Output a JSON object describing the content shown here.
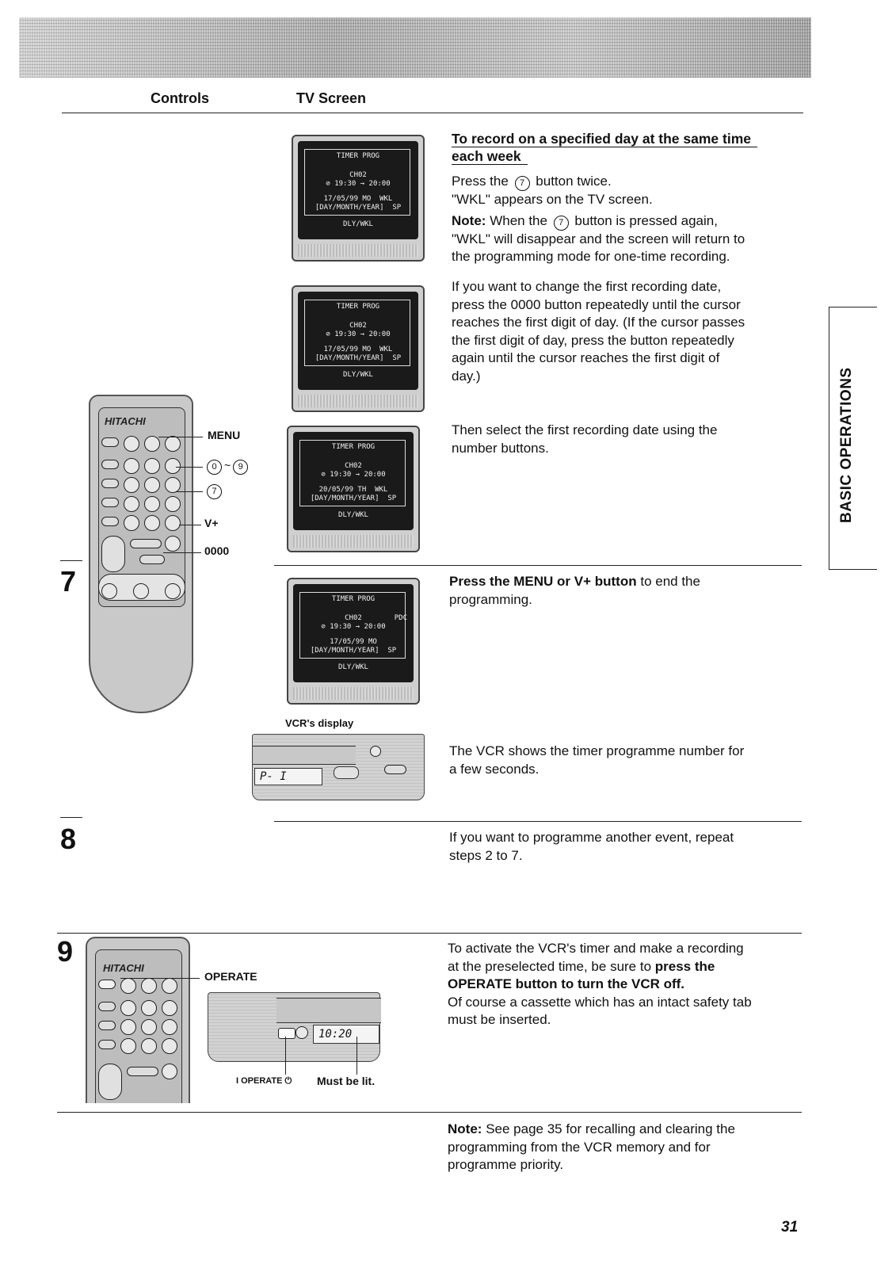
{
  "header": {
    "controls": "Controls",
    "tv_screen": "TV Screen"
  },
  "side_tab": "BASIC OPERATIONS",
  "page_number": "31",
  "section_weekly": {
    "title_line1": "To record on a specified day at the same time",
    "title_line2": "each week",
    "press_pre": "Press the",
    "press_btn": "7",
    "press_post": "button twice.",
    "wkl_appears": "\"WKL\" appears on the TV screen.",
    "note_label": "Note:",
    "note_pre": "When the",
    "note_btn": "7",
    "note_post": "button is pressed again,",
    "note_line2": "\"WKL\" will disappear and the screen will return to",
    "note_line3": "the programming mode for one-time recording."
  },
  "section_change_date": {
    "lines": [
      "If you want to change the first recording date,",
      "press the 0000 button repeatedly until the cursor",
      "reaches the first digit of day. (If the cursor passes",
      "the first digit of day, press the button repeatedly",
      "again until the cursor reaches the first digit of",
      "day.)"
    ]
  },
  "section_select_date": {
    "lines": [
      "Then select the first recording date using the",
      "number buttons."
    ]
  },
  "step7": {
    "number": "7",
    "bold": "Press the MENU or V+ button",
    "rest": " to end the",
    "line2": "programming.",
    "vcr_display_label": "VCR's display",
    "vcr_lcd": "P- I",
    "vcr_shows_line1": "The VCR shows the timer programme number for",
    "vcr_shows_line2": "a few seconds."
  },
  "step8": {
    "number": "8",
    "line1": "If you want to programme another event, repeat",
    "line2": "steps 2 to 7."
  },
  "step9": {
    "number": "9",
    "line1": "To activate the VCR's timer and make a recording",
    "line2_pre": "at the preselected time, be sure to ",
    "line2_bold": "press the",
    "line3_bold": "OPERATE button to turn the VCR off.",
    "line4": "Of course a cassette which has an intact safety tab",
    "line5": "must be inserted.",
    "operate_label": "OPERATE",
    "operate_small": "I OPERATE ⏻",
    "must_be_lit": "Must be lit.",
    "vcr_lcd": "10:20"
  },
  "final_note": {
    "label": "Note:",
    "line1_rest": "See page 35 for recalling and clearing the",
    "line2": "programming from the VCR memory and for",
    "line3": "programme priority."
  },
  "remote": {
    "brand": "HITACHI",
    "labels": {
      "menu": "MENU",
      "range_from": "0",
      "range_sep": "~",
      "range_to": "9",
      "seven": "7",
      "vplus": "V+",
      "zeros": "0000"
    }
  },
  "tv_screens": [
    {
      "title": "TIMER PROG",
      "channel": "CH02",
      "time": "⊘ 19:30 → 20:00",
      "date": "17/05/99 MO  WKL",
      "date_fmt": "[DAY/MONTH/YEAR]  SP",
      "dly": "DLY/WKL",
      "pdc": ""
    },
    {
      "title": "TIMER PROG",
      "channel": "CH02",
      "time": "⊘ 19:30 → 20:00",
      "date": "17/05/99 MO  WKL",
      "date_fmt": "[DAY/MONTH/YEAR]  SP",
      "dly": "DLY/WKL",
      "pdc": ""
    },
    {
      "title": "TIMER PROG",
      "channel": "CH02",
      "time": "⊘ 19:30 → 20:00",
      "date": "20/05/99 TH  WKL",
      "date_fmt": "[DAY/MONTH/YEAR]  SP",
      "dly": "DLY/WKL",
      "pdc": ""
    },
    {
      "title": "TIMER PROG",
      "channel": "CH02",
      "time": "⊘ 19:30 → 20:00",
      "date": "17/05/99 MO",
      "date_fmt": "[DAY/MONTH/YEAR]  SP",
      "dly": "DLY/WKL",
      "pdc": "PDC"
    }
  ]
}
